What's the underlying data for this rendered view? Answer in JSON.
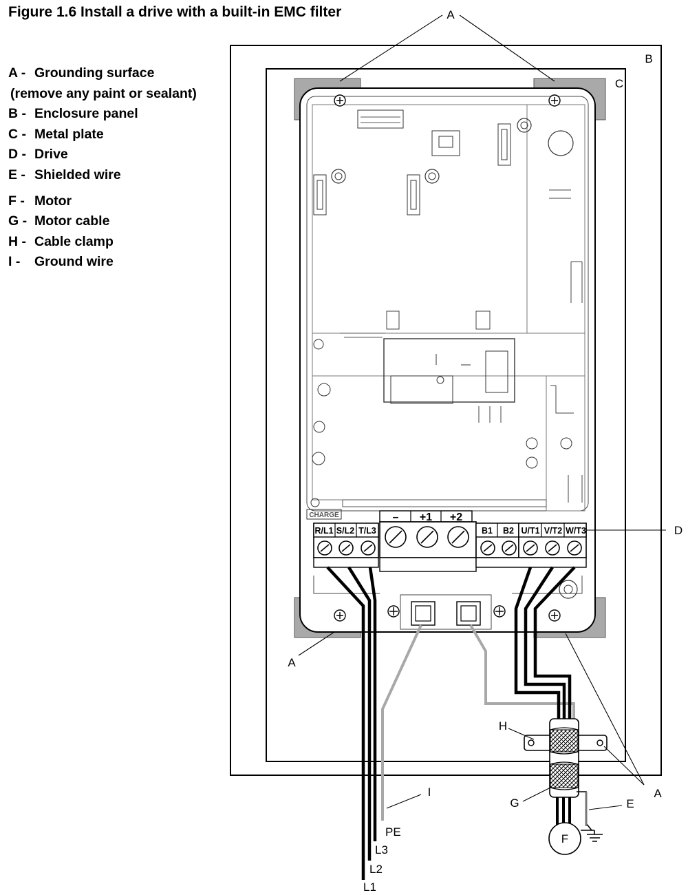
{
  "figure": {
    "title": "Figure 1.6  Install a drive with a built-in EMC filter"
  },
  "legend": [
    {
      "key": "A -",
      "text": "Grounding surface"
    },
    {
      "key": "",
      "text": "(remove any paint or sealant)"
    },
    {
      "key": "B -",
      "text": "Enclosure panel"
    },
    {
      "key": "C -",
      "text": "Metal plate"
    },
    {
      "key": "D -",
      "text": "Drive"
    },
    {
      "key": "E -",
      "text": "Shielded wire"
    },
    {
      "key": "F -",
      "text": "Motor"
    },
    {
      "key": "G -",
      "text": "Motor cable"
    },
    {
      "key": "H -",
      "text": "Cable clamp"
    },
    {
      "key": "I -",
      "text": "Ground wire"
    }
  ],
  "callouts": {
    "a": "A",
    "b": "B",
    "c": "C",
    "d": "D",
    "e": "E",
    "f": "F",
    "g": "G",
    "h": "H",
    "i": "I"
  },
  "terminals": {
    "main_left": [
      "R/L1",
      "S/L2",
      "T/L3"
    ],
    "dc_bus": [
      "–",
      "+1",
      "+2"
    ],
    "braking": [
      "B1",
      "B2"
    ],
    "motor_out": [
      "U/T1",
      "V/T2",
      "W/T3"
    ],
    "charge": "CHARGE"
  },
  "wires": {
    "pe": "PE",
    "l1": "L1",
    "l2": "L2",
    "l3": "L3"
  },
  "colors": {
    "plate_gray": "#a9a9a9",
    "ground_wire": "#a8a8a8",
    "line": "#000000"
  }
}
